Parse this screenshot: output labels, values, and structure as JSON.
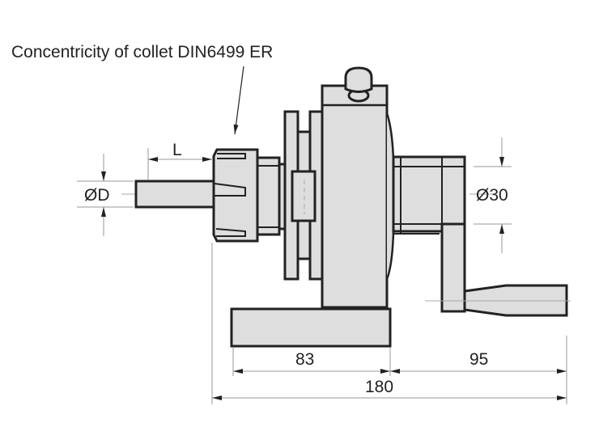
{
  "title_label": "Concentricity of collet DIN6499 ER",
  "dimensions": {
    "shank_diameter": "ØD",
    "length": "L",
    "spindle_diameter": "Ø30",
    "base_width": "83",
    "crank_length": "95",
    "overall_length": "180"
  },
  "colors": {
    "part_fill": "#dedede",
    "outline": "#222222",
    "dimension_line": "#999999"
  }
}
